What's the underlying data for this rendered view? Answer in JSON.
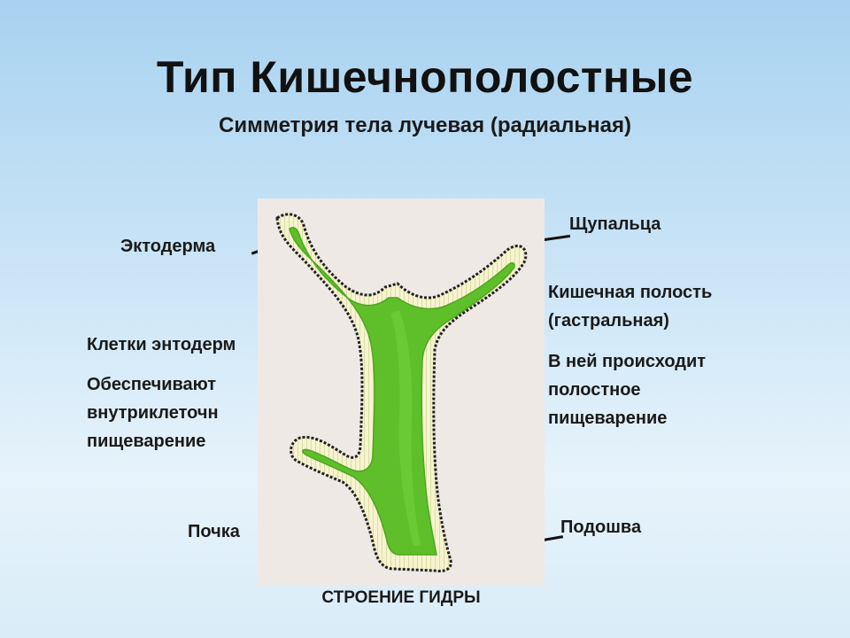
{
  "slide": {
    "title": "Тип Кишечнополостные",
    "subtitle": "Симметрия тела лучевая (радиальная)",
    "caption": "СТРОЕНИЕ ГИДРЫ"
  },
  "labels": {
    "ectoderm": "Эктодерма",
    "endoderm_cells": "Клетки энтодерм",
    "provide_line1": "Обеспечивают",
    "provide_line2": "внутриклеточн",
    "provide_line3": "пищеварение",
    "bud": "Почка",
    "tentacles": "Щупальца",
    "cavity_line1": "Кишечная полость",
    "cavity_line2": "(гастральная)",
    "digest_line1": "В ней происходит",
    "digest_line2": "полостное",
    "digest_line3": "пищеварение",
    "sole": "Подошва"
  },
  "colors": {
    "background_top": "#a8d2f0",
    "diagram_paper": "#efe9e6",
    "endoderm_green": "#5fbf2a",
    "mesoglea_cream": "#f4f1c8",
    "ectoderm_outline": "#222222"
  }
}
